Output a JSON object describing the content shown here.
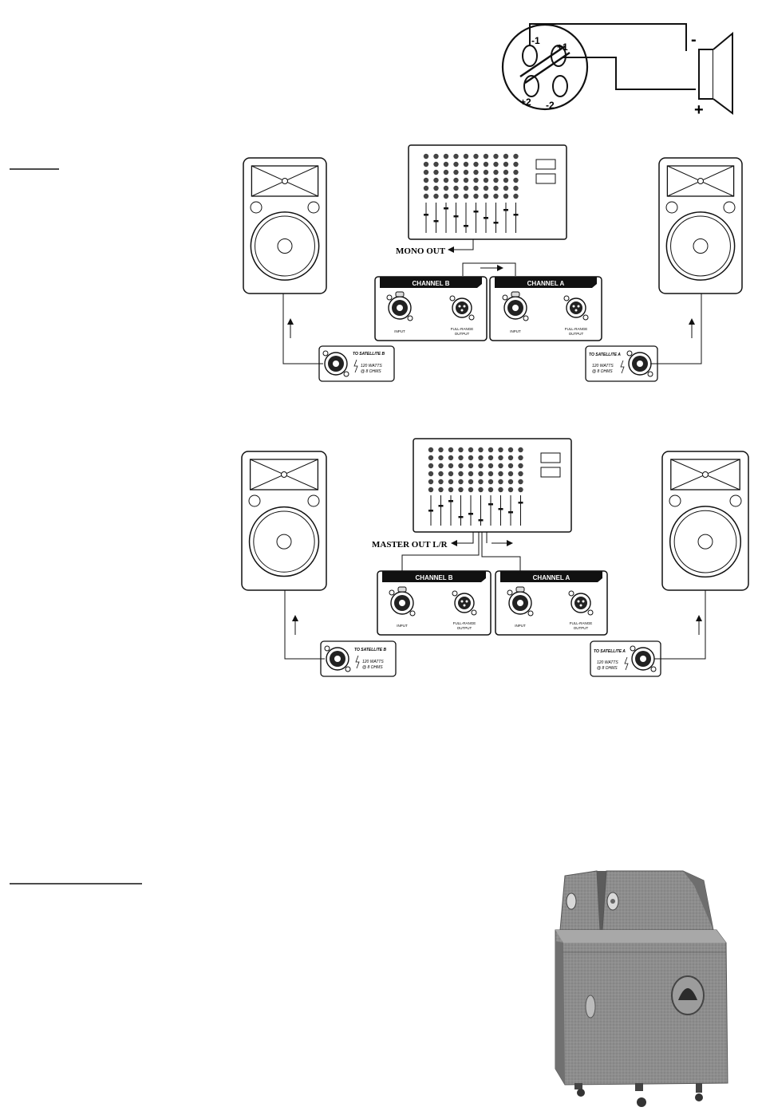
{
  "speakon_pins": {
    "neg1": "-1",
    "pos1": "+1",
    "pos2": "+2",
    "neg2": "-2"
  },
  "driver_polarity": {
    "minus": "-",
    "plus": "+"
  },
  "mono_setup": {
    "mixer_out_label": "MONO OUT",
    "channel_b": {
      "title": "CHANNEL B",
      "input_label": "INPUT",
      "output_label_1": "FULL-RANGE",
      "output_label_2": "OUTPUT"
    },
    "channel_a": {
      "title": "CHANNEL A",
      "input_label": "INPUT",
      "output_label_1": "FULL-RANGE",
      "output_label_2": "OUTPUT"
    },
    "satellite_b": {
      "title": "TO SATELLITE B",
      "watts": "120 WATTS",
      "ohms": "@ 8 OHMS"
    },
    "satellite_a": {
      "title": "TO SATELLITE A",
      "watts": "120 WATTS",
      "ohms": "@ 8 OHMS"
    }
  },
  "stereo_setup": {
    "mixer_out_label": "MASTER OUT L/R",
    "channel_b": {
      "title": "CHANNEL B",
      "input_label": "INPUT",
      "output_label_1": "FULL-RANGE",
      "output_label_2": "OUTPUT"
    },
    "channel_a": {
      "title": "CHANNEL A",
      "input_label": "INPUT",
      "output_label_1": "FULL-RANGE",
      "output_label_2": "OUTPUT"
    },
    "satellite_b": {
      "title": "TO SATELLITE B",
      "watts": "120 WATTS",
      "ohms": "@ 8 OHMS"
    },
    "satellite_a": {
      "title": "TO SATELLITE A",
      "watts": "120 WATTS",
      "ohms": "@ 8 OHMS"
    }
  },
  "colors": {
    "ink": "#111111",
    "paper": "#ffffff",
    "cabinet": "#8a8a8a"
  }
}
